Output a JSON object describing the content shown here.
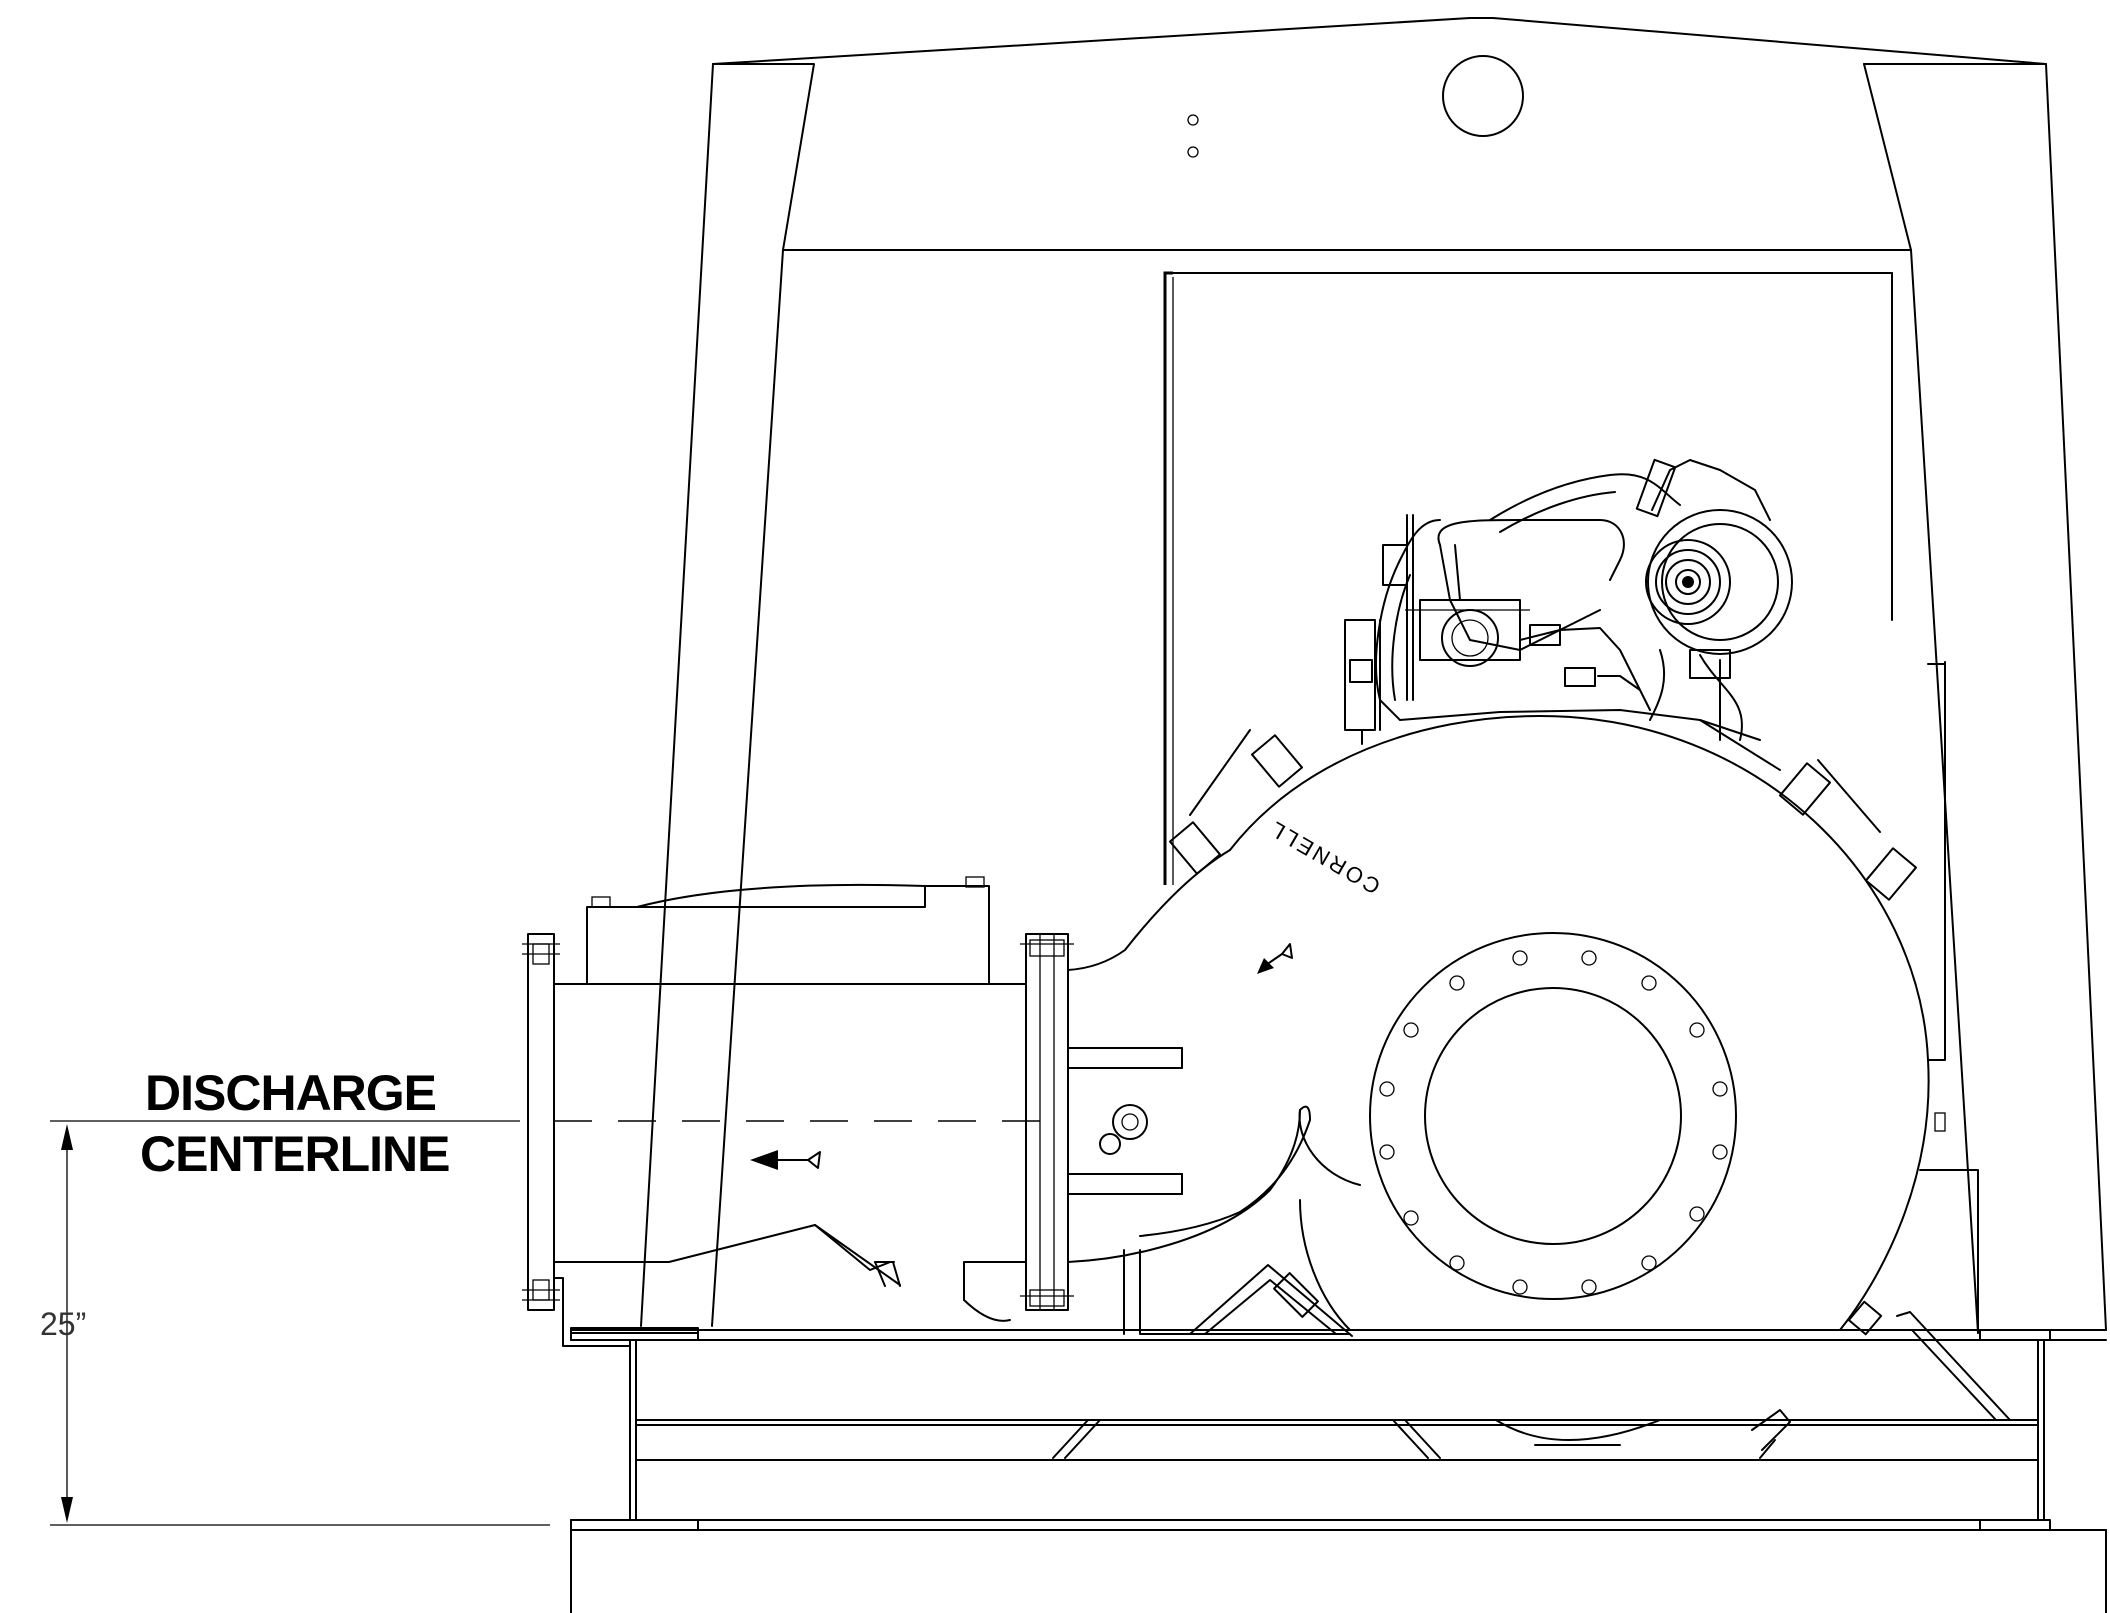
{
  "labels": {
    "discharge_line1": "DISCHARGE",
    "discharge_line2": "CENTERLINE",
    "dimension": "25”",
    "casting": "CORNELL"
  },
  "colors": {
    "line": "#000000",
    "background": "#ffffff",
    "dimension_text": "#333333"
  }
}
